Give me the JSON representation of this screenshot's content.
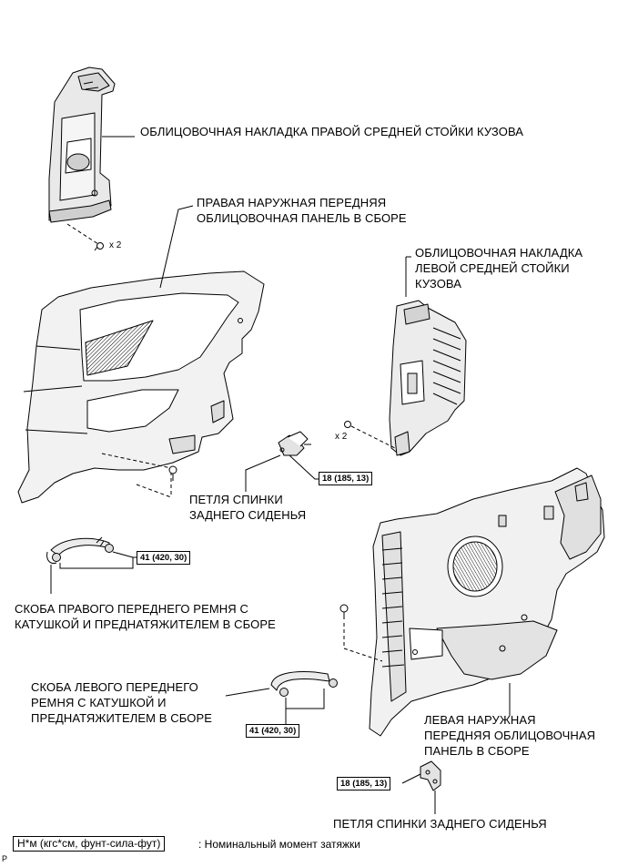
{
  "labels": {
    "right_pillar_garnish": "ОБЛИЦОВОЧНАЯ НАКЛАДКА ПРАВОЙ СРЕДНЕЙ СТОЙКИ КУЗОВА",
    "right_quarter_panel": [
      "ПРАВАЯ НАРУЖНАЯ ПЕРЕДНЯЯ",
      "ОБЛИЦОВОЧНАЯ ПАНЕЛЬ В СБОРЕ"
    ],
    "left_pillar_garnish": [
      "ОБЛИЦОВОЧНАЯ НАКЛАДКА",
      "ЛЕВОЙ СРЕДНЕЙ СТОЙКИ",
      "КУЗОВА"
    ],
    "seatback_hinge_1": [
      "ПЕТЛЯ СПИНКИ",
      "ЗАДНЕГО СИДЕНЬЯ"
    ],
    "right_belt_anchor": [
      "СКОБА ПРАВОГО ПЕРЕДНЕГО РЕМНЯ С",
      "КАТУШКОЙ И ПРЕДНАТЯЖИТЕЛЕМ В СБОРЕ"
    ],
    "left_belt_anchor": [
      "СКОБА ЛЕВОГО ПЕРЕДНЕГО",
      "РЕМНЯ С КАТУШКОЙ И",
      "ПРЕДНАТЯЖИТЕЛЕМ В СБОРЕ"
    ],
    "left_quarter_panel": [
      "ЛЕВАЯ НАРУЖНАЯ",
      "ПЕРЕДНЯЯ ОБЛИЦОВОЧНАЯ",
      "ПАНЕЛЬ В СБОРЕ"
    ],
    "seatback_hinge_2": "ПЕТЛЯ СПИНКИ ЗАДНЕГО СИДЕНЬЯ"
  },
  "quantity": [
    "x 2",
    "x 2"
  ],
  "torque": {
    "hinge_1": "18 (185, 13)",
    "right_belt": "41 (420, 30)",
    "left_belt": "41 (420, 30)",
    "hinge_2": "18 (185, 13)"
  },
  "legend": {
    "box": "Н*м (кгс*см, фунт-сила-фут)",
    "text": ": Номинальный момент затяжки"
  },
  "page_marker": "P"
}
